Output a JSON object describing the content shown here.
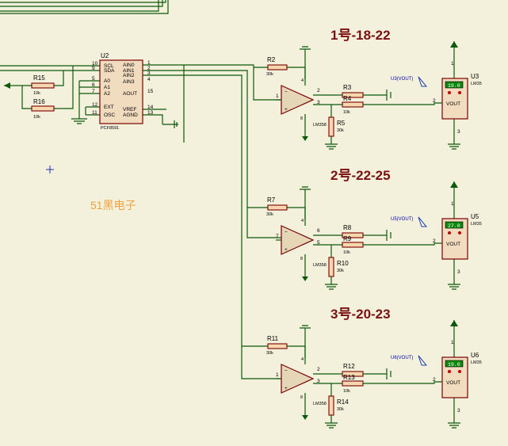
{
  "brand": "51黑电子",
  "channels": [
    {
      "title": "1号-18-22",
      "r_in": "R2",
      "r_in_val": "30k",
      "r_a": "R3",
      "r_b": "R4",
      "r_bot": "R5",
      "r_bot_val": "30k",
      "r_b_val": "10k",
      "opamp": "LM358",
      "sensor": "U3",
      "sensor_model": "LM35",
      "display": "19.0",
      "probe": "U3(VOUT)",
      "pin_minus": "2",
      "pin_plus": "3",
      "pin_out": "1",
      "pin_v": "8",
      "pin_g": "4"
    },
    {
      "title": "2号-22-25",
      "r_in": "R7",
      "r_in_val": "30k",
      "r_a": "R8",
      "r_b": "R9",
      "r_bot": "R10",
      "r_bot_val": "30k",
      "r_b_val": "10k",
      "opamp": "LM358",
      "sensor": "U5",
      "sensor_model": "LM35",
      "display": "27.0",
      "probe": "U5(VOUT)",
      "pin_minus": "6",
      "pin_plus": "5",
      "pin_out": "7",
      "pin_v": "8",
      "pin_g": "4"
    },
    {
      "title": "3号-20-23",
      "r_in": "R11",
      "r_in_val": "30k",
      "r_a": "R12",
      "r_b": "R13",
      "r_bot": "R14",
      "r_bot_val": "30k",
      "r_b_val": "10k",
      "opamp": "LM358",
      "sensor": "U6",
      "sensor_model": "LM35",
      "display": "19.0",
      "probe": "U6(VOUT)",
      "pin_minus": "2",
      "pin_plus": "3",
      "pin_out": "1",
      "pin_v": "8",
      "pin_g": "4"
    }
  ],
  "adc": {
    "ref": "U2",
    "part": "PCF8591",
    "left_pins": [
      {
        "n": "10",
        "name": "SCL"
      },
      {
        "n": "9",
        "name": "SDA"
      },
      {
        "n": "5",
        "name": "A0"
      },
      {
        "n": "6",
        "name": "A1"
      },
      {
        "n": "7",
        "name": "A2"
      },
      {
        "n": "12",
        "name": "EXT"
      },
      {
        "n": "11",
        "name": "OSC"
      }
    ],
    "right_pins": [
      {
        "n": "1",
        "name": "AIN0"
      },
      {
        "n": "2",
        "name": "AIN1"
      },
      {
        "n": "3",
        "name": "AIN2"
      },
      {
        "n": "4",
        "name": "AIN3"
      },
      {
        "n": "15",
        "name": "AOUT"
      },
      {
        "n": "14",
        "name": "VREF"
      },
      {
        "n": "13",
        "name": "AGND"
      }
    ]
  },
  "pullups": [
    {
      "ref": "R15",
      "val": "10k"
    },
    {
      "ref": "R16",
      "val": "10k"
    }
  ],
  "common": {
    "sensor_pin_v": "1",
    "sensor_pin_out": "2",
    "sensor_pin_g": "3",
    "vout_label": "VOUT"
  }
}
